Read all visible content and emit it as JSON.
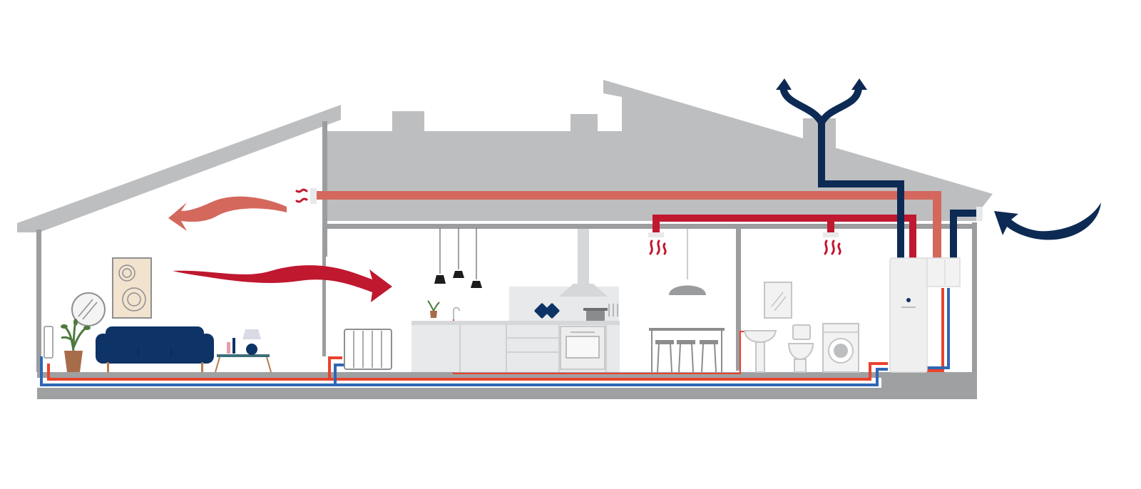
{
  "diagram": {
    "subject": "house-cross-section-ventilation-heat-pump",
    "colors": {
      "structure": "#bdbec0",
      "wall": "#9c9d9f",
      "floor_slab": "#9fa0a2",
      "warm_air": "#d4685d",
      "supply_air": "#c0182f",
      "outdoor_air": "#0d2a54",
      "hot_water": "#e8432e",
      "cold_water": "#2f67b5",
      "furniture_navy": "#0e3366",
      "appliance_light": "#e8e9ea",
      "appliance_mid": "#d6d7d9",
      "furniture_outline": "#8e8f91"
    },
    "icons": [
      "warm-air-arrow-icon",
      "supply-air-arrow-icon",
      "outdoor-air-intake-arrow-icon",
      "exhaust-air-arrows-icon",
      "air-vent-icon",
      "heat-pump-unit-icon",
      "radiator-icon",
      "sofa-icon",
      "plant-icon",
      "mirror-icon",
      "speaker-art-icon",
      "lamp-icon",
      "pendant-lamp-icon",
      "range-hood-icon",
      "oven-icon",
      "sink-icon",
      "toilet-icon",
      "washing-machine-icon",
      "bar-stool-icon",
      "kitchen-cabinet-icon"
    ],
    "rooms": [
      "living-room",
      "kitchen",
      "dining-area",
      "bathroom",
      "technical-room"
    ]
  }
}
